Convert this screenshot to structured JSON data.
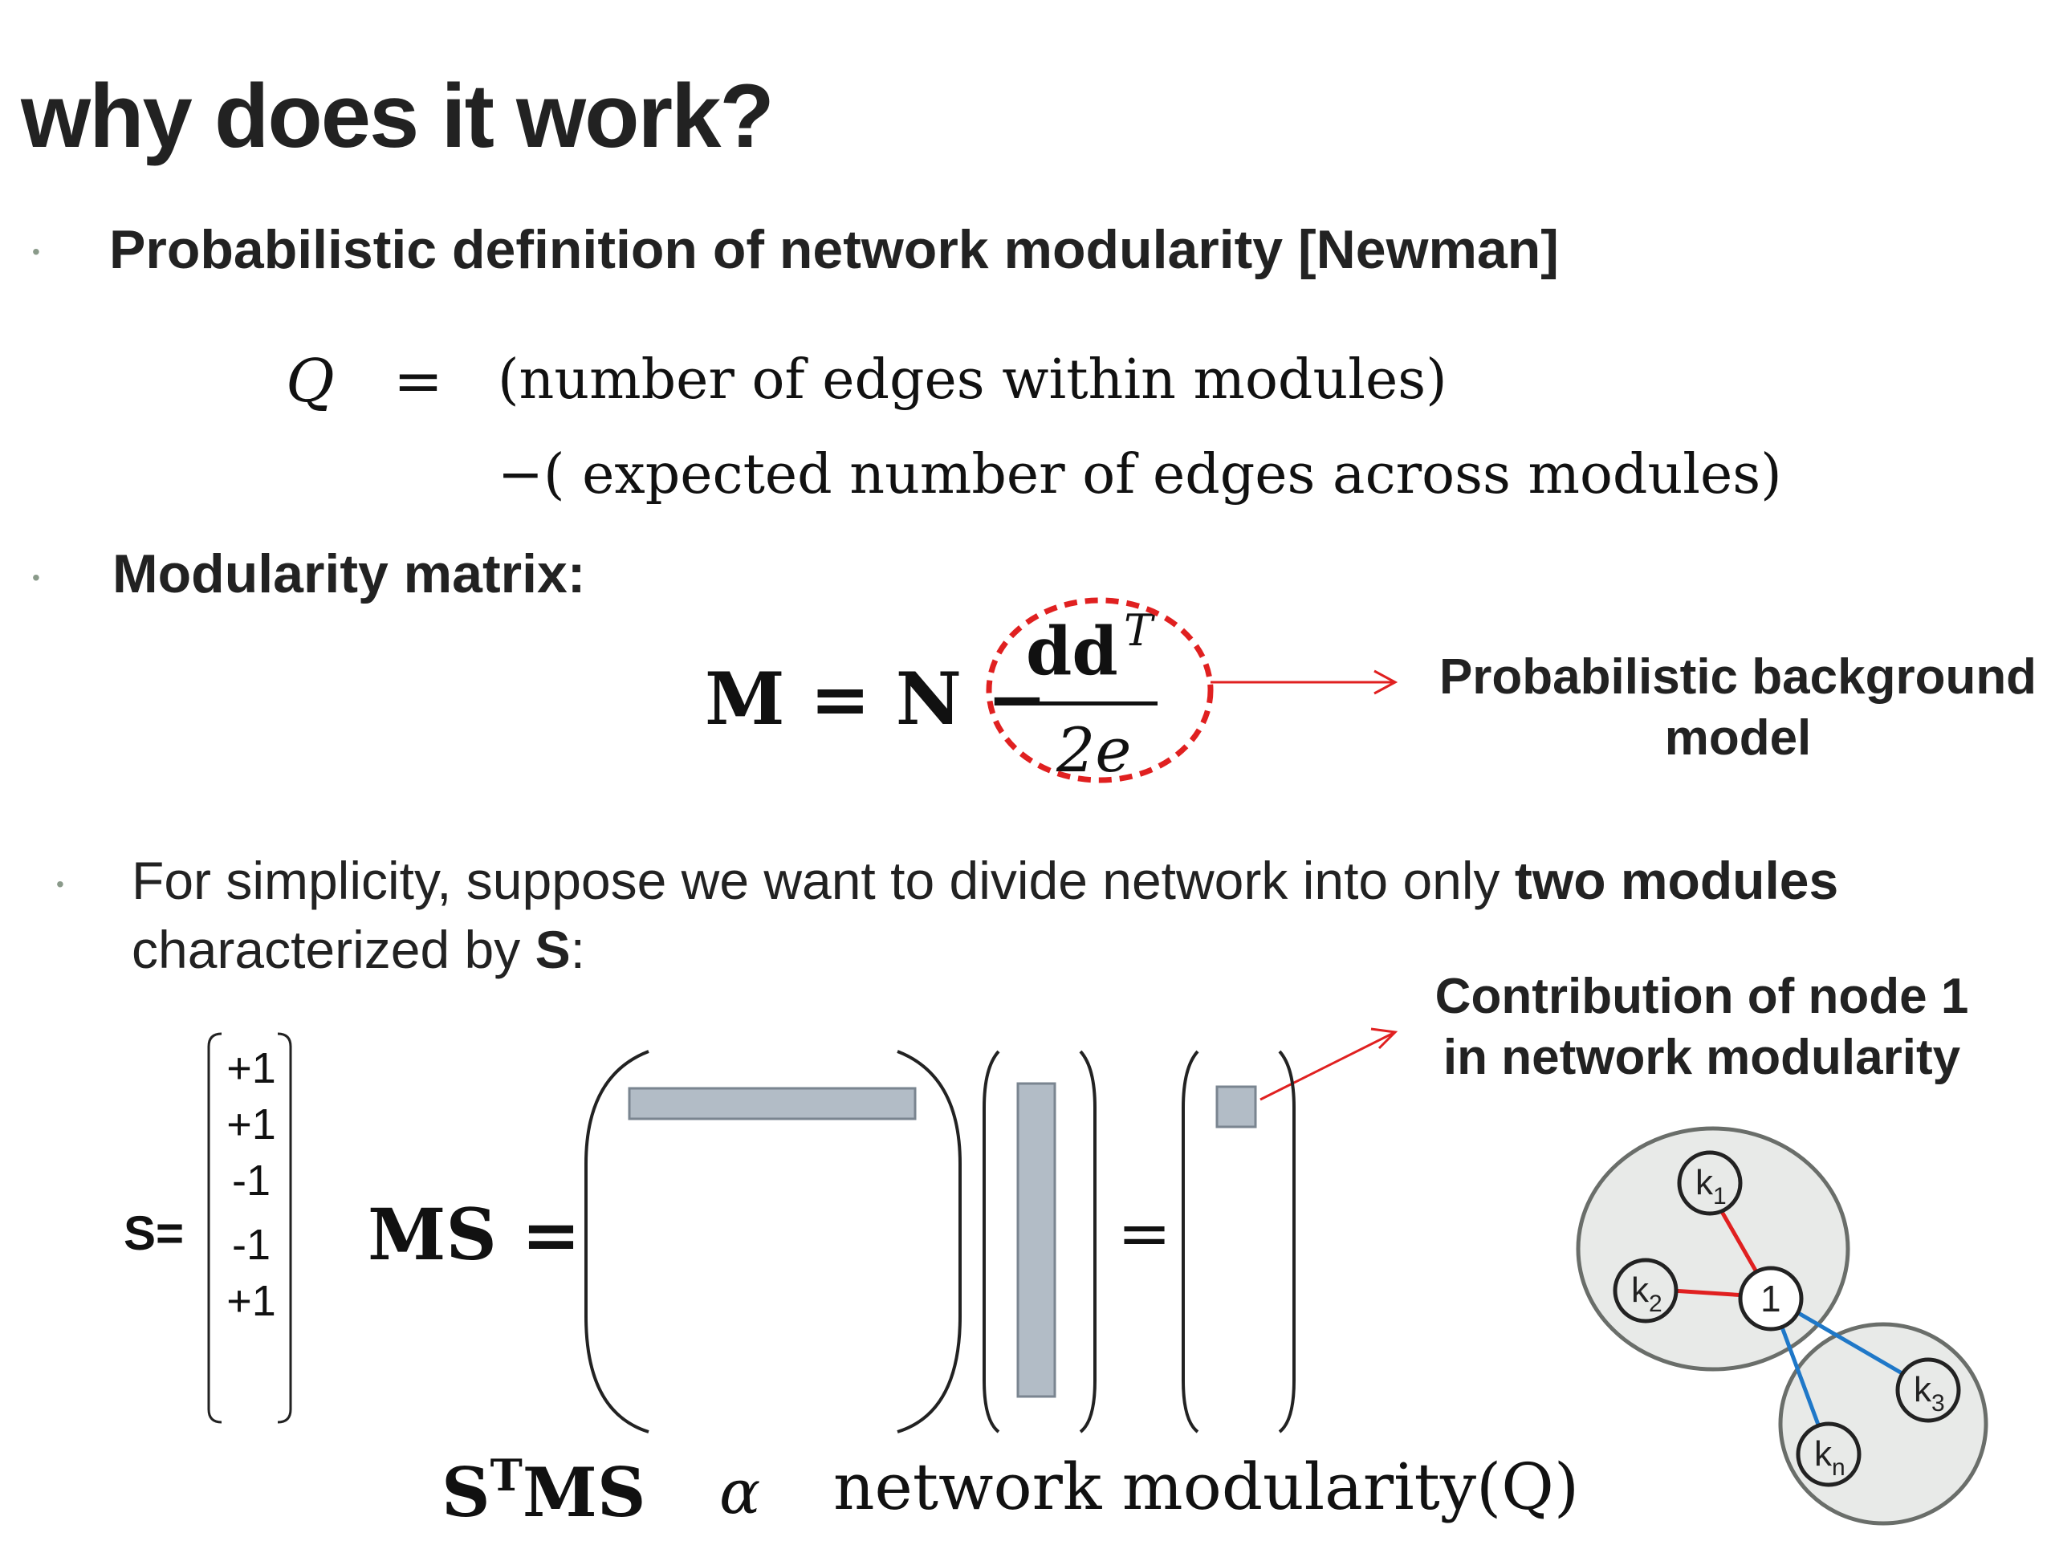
{
  "slide": {
    "title": "why does it work?",
    "bullet_symbol": "•",
    "bullet1": "Probabilistic definition of network modularity [Newman]",
    "eq1": {
      "lhs": "Q",
      "equals": "=",
      "line1": "(number of edges within modules)",
      "line2": "−( expected number of edges across modules)"
    },
    "bullet2": "Modularity matrix:",
    "eq2": {
      "lhs": "M = N −",
      "numerator": "dd",
      "superscript": "T",
      "denominator": "2e"
    },
    "annotation_background": [
      "Probabilistic background",
      "model"
    ],
    "bullet3": {
      "pre": "For simplicity, suppose we want to divide network into only ",
      "bold": "two modules",
      "line2_pre": "characterized by ",
      "line2_bold": "S",
      "line2_post": ":"
    },
    "s_label": "S=",
    "s_vector": [
      "+1",
      "+1",
      "-1",
      "-1",
      "+1"
    ],
    "ms_label": "MS =",
    "equals_sign": "=",
    "annotation_contribution": [
      "Contribution of node 1",
      "in network modularity"
    ],
    "bottom_eq": {
      "lhs": "S",
      "sup": "T",
      "lhs2": "MS",
      "alpha": "α",
      "rhs": "network modularity(Q)"
    },
    "graph_nodes": {
      "k1": {
        "base": "k",
        "sub": "1"
      },
      "k2": {
        "base": "k",
        "sub": "2"
      },
      "one": {
        "base": "1",
        "sub": ""
      },
      "k3": {
        "base": "k",
        "sub": "3"
      },
      "kn": {
        "base": "k",
        "sub": "n"
      }
    },
    "colors": {
      "text": "#222222",
      "bullet": "#8a9a8a",
      "highlight": "#e02020",
      "block_fill": "#b2bcc6",
      "block_stroke": "#7a8590",
      "module_fill": "#e8eae8",
      "module_stroke": "#6a6e6a",
      "edge_red": "#e02020",
      "edge_blue": "#1f78c8"
    }
  }
}
